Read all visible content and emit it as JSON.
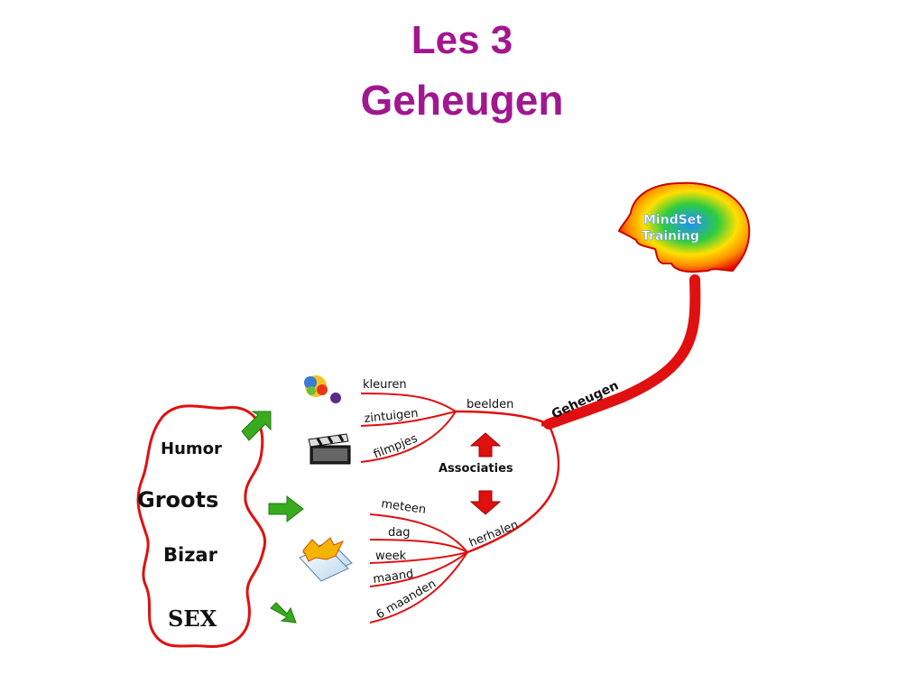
{
  "slide": {
    "title_line1": "Les 3",
    "title_line2": "Geheugen"
  },
  "mindmap": {
    "logo": {
      "line1": "MindSet",
      "line2": "Training"
    },
    "root": "Geheugen",
    "branch_top": "beelden",
    "branch_bottom": "herhalen",
    "center": "Associaties",
    "top_children": [
      "kleuren",
      "zintuigen",
      "filmpjes"
    ],
    "bottom_children": [
      "meteen",
      "dag",
      "week",
      "maand",
      "6 maanden"
    ],
    "left_words": [
      "Humor",
      "Groots",
      "Bizar",
      "SEX"
    ],
    "icons": [
      "color-palette-icon",
      "clapperboard-icon",
      "calendar-icon",
      "arrow-up-icon",
      "arrow-down-icon",
      "green-arrow-icon"
    ],
    "colors": {
      "title": "#a0178f",
      "branch": "#e01010",
      "arrow_green": "#3aaa1e"
    }
  }
}
